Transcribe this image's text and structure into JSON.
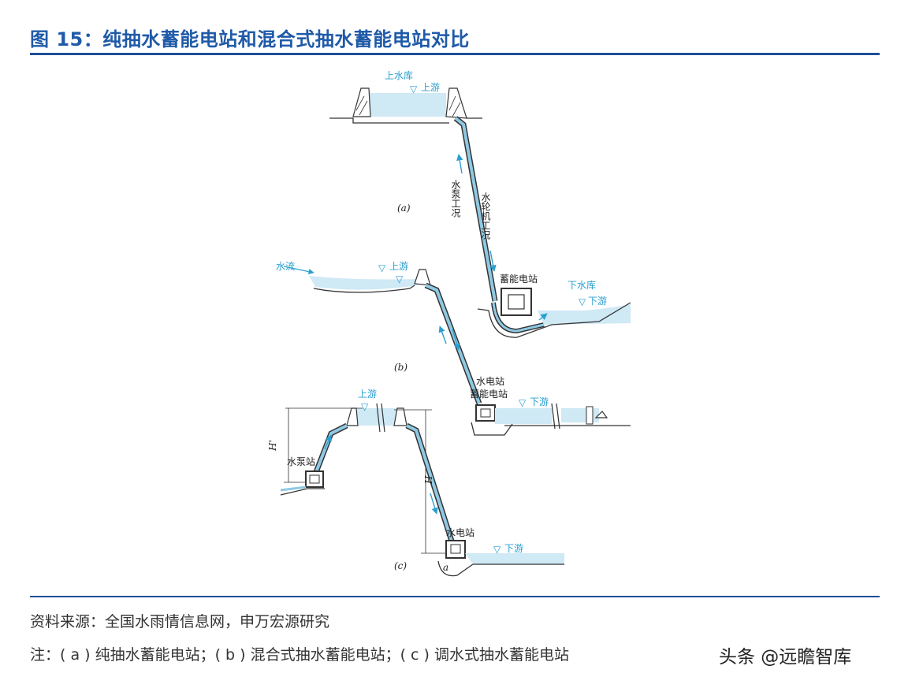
{
  "header": {
    "title": "图 15：纯抽水蓄能电站和混合式抽水蓄能电站对比"
  },
  "diagram": {
    "panel_a": {
      "tag": "(a)",
      "upper_reservoir": "上水库",
      "upstream": "上游",
      "pump_mode": "水泵工况",
      "turbine_mode": "水轮机工况",
      "station": "蓄能电站",
      "lower_reservoir": "下水库",
      "downstream": "下游"
    },
    "panel_b": {
      "tag": "(b)",
      "inflow": "水流",
      "upstream": "上游",
      "station_line1": "水电站",
      "station_line2": "蓄能电站",
      "downstream": "下游"
    },
    "panel_c": {
      "tag": "(c)",
      "upstream": "上游",
      "pump_station": "水泵站",
      "hydro_station": "水电站",
      "downstream": "下游",
      "head_prime": "H'",
      "head": "H",
      "point": "a"
    },
    "colors": {
      "water": "#cfe9f5",
      "pipe": "#8fc9e4",
      "label": "#2a9fd0",
      "title": "#1f5aa8"
    }
  },
  "footer": {
    "source": "资料来源：全国水雨情信息网，申万宏源研究",
    "note": "注：( a ) 纯抽水蓄能电站；( b ) 混合式抽水蓄能电站；( c ) 调水式抽水蓄能电站",
    "watermark": "头条 @远瞻智库"
  }
}
